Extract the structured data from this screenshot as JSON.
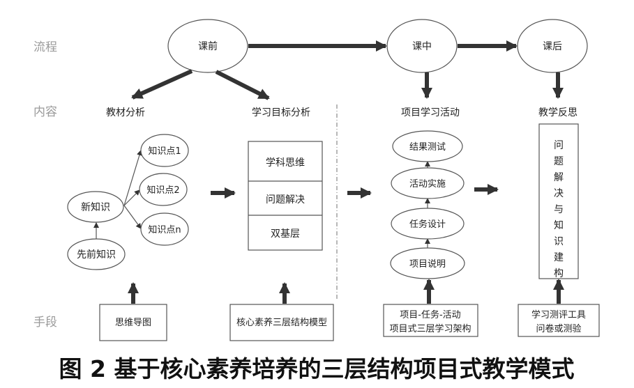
{
  "rows": {
    "process": "流程",
    "content": "内容",
    "means": "手段"
  },
  "phases": {
    "before": "课前",
    "during": "课中",
    "after": "课后"
  },
  "content": {
    "textbook": "教材分析",
    "goals": "学习目标分析",
    "project": "项目学习活动",
    "reflection": "教学反思"
  },
  "mindmap": {
    "new": "新知识",
    "prior": "先前知识",
    "points": [
      "知识点1",
      "知识点2",
      "知识点n"
    ]
  },
  "layers": [
    "学科思维",
    "问题解决",
    "双基层"
  ],
  "activities": [
    "结果测试",
    "活动实施",
    "任务设计",
    "项目说明"
  ],
  "reflection_box": [
    "问",
    "题",
    "解",
    "决",
    "与",
    "知",
    "识",
    "建",
    "构"
  ],
  "means": {
    "mindmap": "思维导图",
    "model": "核心素养三层结构模型",
    "project_line1": "项目-任务-活动",
    "project_line2": "项目式三层学习架构",
    "eval_line1": "学习测评工具",
    "eval_line2": "问卷或测验"
  },
  "caption": "图 2 基于核心素养培养的三层结构项目式教学模式"
}
